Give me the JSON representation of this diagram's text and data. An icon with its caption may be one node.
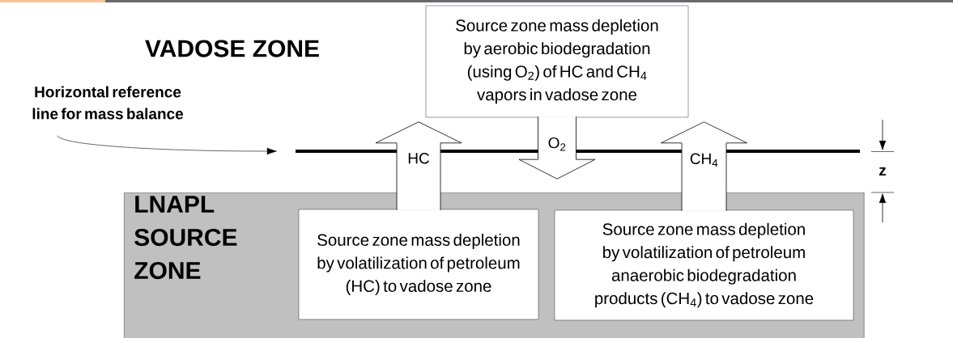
{
  "diagram": {
    "nodes": [
      {
        "text": [
          "Source zone mass depletion by aerobic biodegradation (using O$_{2}$) of HC and CH$_{4}$ vapors in vadose zone"
        ]
      },
      {
        "text": [
          "Horizontal reference line for mass balance"
        ]
      },
      {
        "text": [],
        "shape": "line"
      },
      {
        "text": [
          "LNAPL SOURCE ZONE"
        ]
      },
      {
        "text": [
          "Source zone mass depletion by volatilization of petroleum (HC) to vadose zone"
        ],
        "in": 3
      },
      {
        "text": [
          "Source zone mass depletion by volatilization of petroleum anaerobic biodegradation products (CH$_{4}$) to vadose zone"
        ],
        "in": 3
      }
    ],
    "edges": [
      {
        "from": 4,
        "to": null,
        "arrow": "to",
        "label": "HC"
      },
      {
        "from": 0,
        "to": null,
        "arrow": "to",
        "label": "O$_{2}$"
      },
      {
        "from": 5,
        "to": null,
        "arrow": "to",
        "label": "CH$_{4}$"
      },
      {
        "from": 1,
        "to": 2,
        "arrow": "to"
      }
    ],
    "labels": [
      "VADOSE ZONE",
      "z"
    ]
  }
}
